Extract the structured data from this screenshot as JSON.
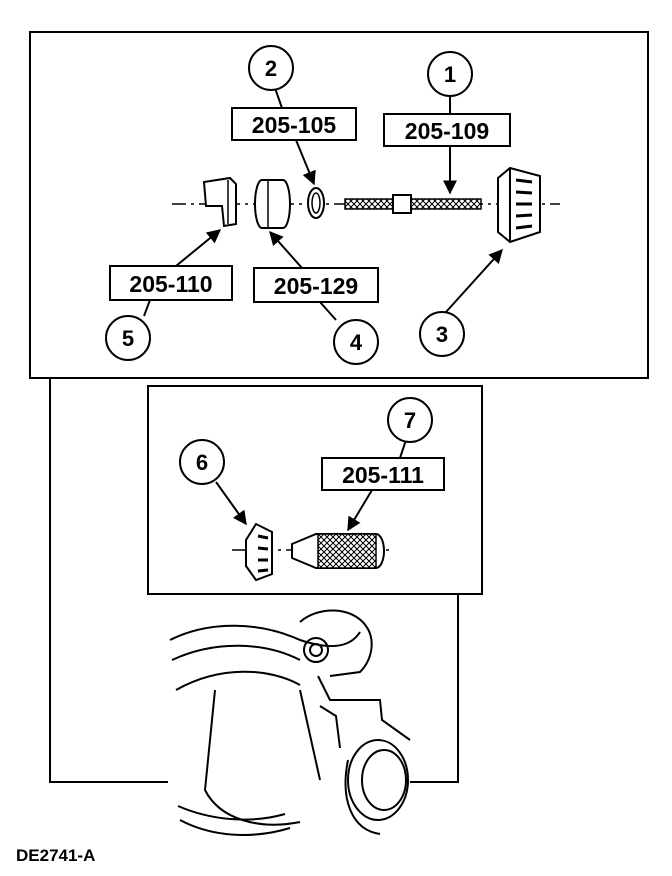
{
  "figure": {
    "id": "DE2741-A"
  },
  "callouts": [
    {
      "num": "1",
      "part": "205-109"
    },
    {
      "num": "2",
      "part": "205-105"
    },
    {
      "num": "3"
    },
    {
      "num": "4",
      "part": "205-129"
    },
    {
      "num": "5",
      "part": "205-110"
    },
    {
      "num": "6"
    },
    {
      "num": "7",
      "part": "205-111"
    }
  ]
}
